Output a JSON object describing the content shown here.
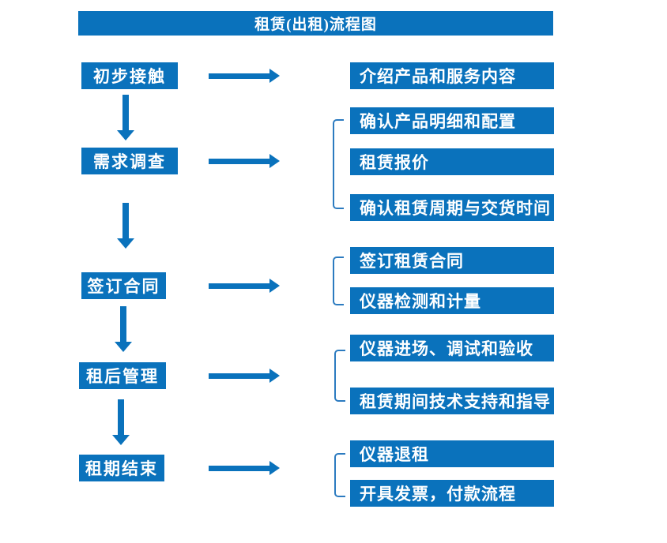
{
  "title": "租赁(出租)流程图",
  "colors": {
    "accent": "#0a72bc",
    "bracket": "#2c7bc0",
    "text_on_accent": "#ffffff"
  },
  "rows": [
    {
      "step": "初步接触",
      "details": [
        "介绍产品和服务内容"
      ]
    },
    {
      "step": "需求调查",
      "details": [
        "确认产品明细和配置",
        "租赁报价",
        "确认租赁周期与交货时间"
      ]
    },
    {
      "step": "签订合同",
      "details": [
        "签订租赁合同",
        "仪器检测和计量"
      ]
    },
    {
      "step": "租后管理",
      "details": [
        "仪器进场、调试和验收",
        "租赁期间技术支持和指导"
      ]
    },
    {
      "step": "租期结束",
      "details": [
        "仪器退租",
        "开具发票，付款流程"
      ]
    }
  ]
}
